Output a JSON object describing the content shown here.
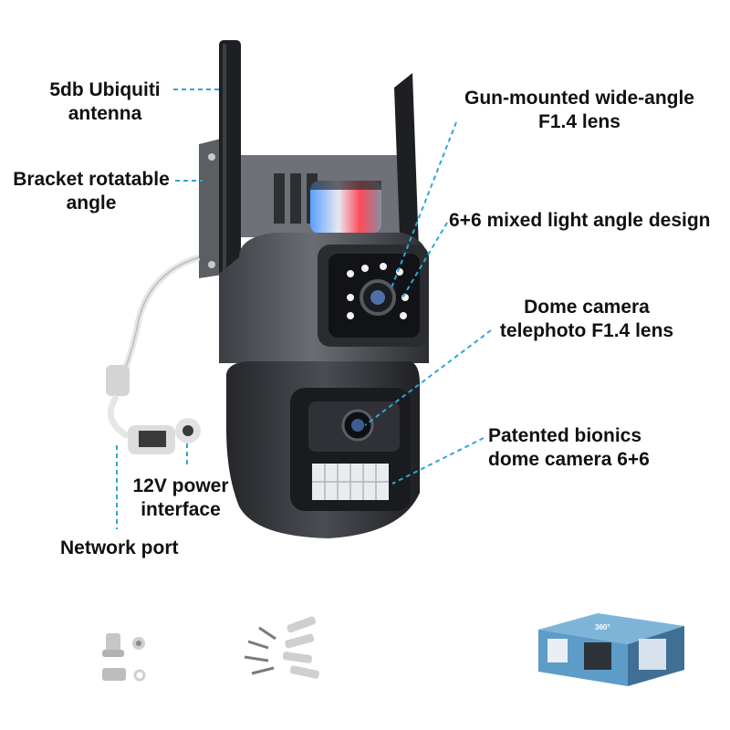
{
  "labels": {
    "antenna": [
      "5db Ubiquiti",
      "antenna"
    ],
    "bracket": [
      "Bracket rotatable",
      "angle"
    ],
    "gun_lens": [
      "Gun-mounted wide-angle",
      "F1.4 lens"
    ],
    "mixed_light": [
      "6+6 mixed light angle design"
    ],
    "dome_lens": [
      "Dome camera",
      "telephoto F1.4 lens"
    ],
    "bionics": [
      "Patented bionics",
      "dome camera 6+6"
    ],
    "power": [
      "12V power",
      "interface"
    ],
    "network": [
      "Network port"
    ]
  },
  "box_text": "360°",
  "colors": {
    "leader_line": "#2aa7d6",
    "camera_body": "#4a4d52",
    "camera_dark": "#2a2c30",
    "antenna": "#1e1f22",
    "cable": "#e6e6e6"
  }
}
